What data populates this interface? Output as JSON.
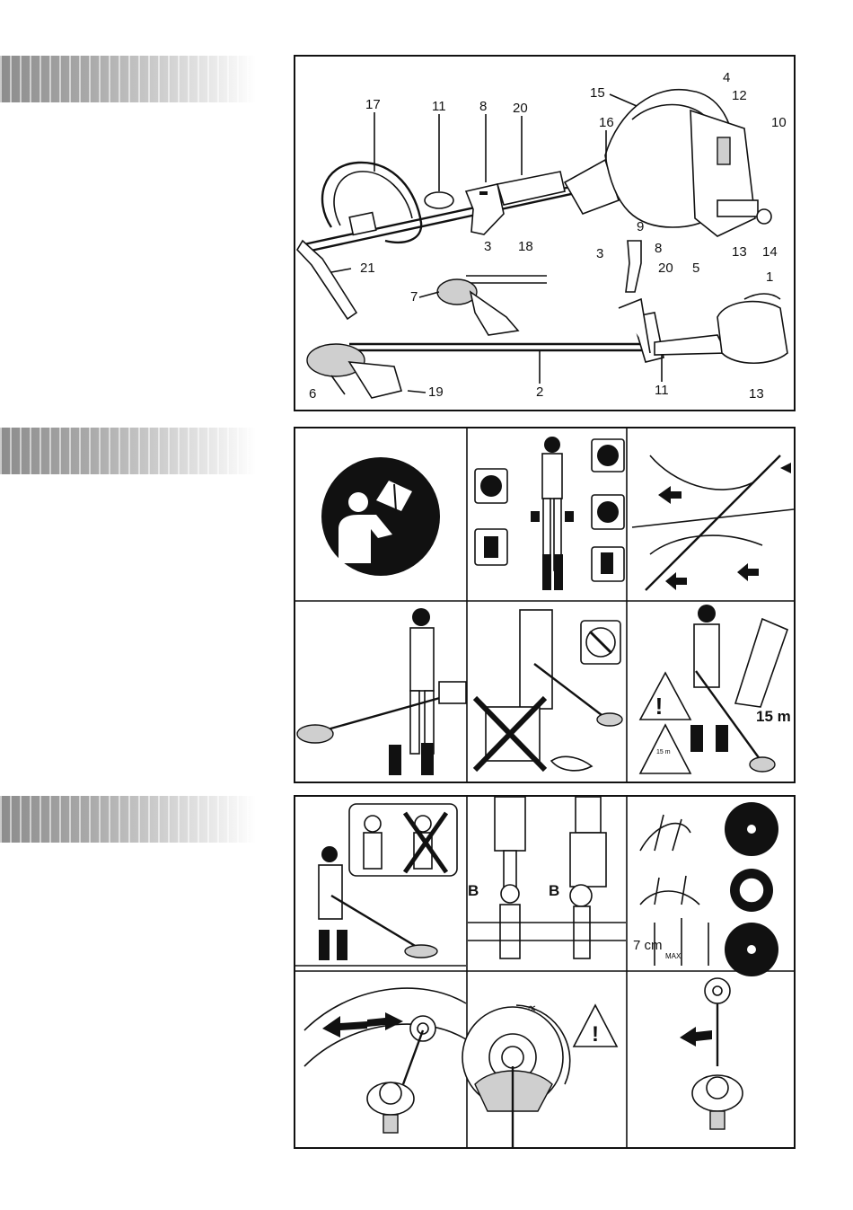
{
  "diagram_labels": {
    "n17": "17",
    "n11": "11",
    "n8": "8",
    "n20": "20",
    "n15": "15",
    "n16": "16",
    "n4": "4",
    "n12": "12",
    "n10": "10",
    "n9": "9",
    "n13": "13",
    "n14": "14",
    "n3": "3",
    "n18": "18",
    "n21": "21",
    "n7": "7",
    "n3b": "3",
    "n8b": "8",
    "n20b": "20",
    "n5": "5",
    "n1": "1",
    "n6": "6",
    "n19": "19",
    "n2": "2",
    "n11b": "11",
    "n13b": "13"
  },
  "safety": {
    "distance": "15 m",
    "small_distance": "15 m"
  },
  "harness": {
    "b_left": "B",
    "b_right": "B"
  },
  "blades": {
    "thickness": "7 cm",
    "max": "MAX"
  },
  "rotation": {
    "alpha": "∝"
  },
  "colors": {
    "ink": "#111111",
    "tab_dark": "#8c8c8c",
    "tab_light": "#ffffff"
  }
}
